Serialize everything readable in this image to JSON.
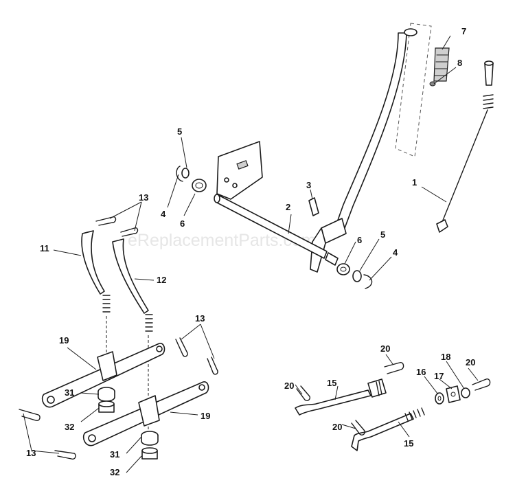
{
  "watermark": "eReplacementParts.com",
  "callouts": {
    "c1": "1",
    "c2": "2",
    "c3": "3",
    "c4a": "4",
    "c4b": "4",
    "c5a": "5",
    "c5b": "5",
    "c6a": "6",
    "c6b": "6",
    "c7": "7",
    "c8": "8",
    "c11": "11",
    "c12": "12",
    "c13a": "13",
    "c13b": "13",
    "c13c": "13",
    "c15a": "15",
    "c15b": "15",
    "c16": "16",
    "c17": "17",
    "c18": "18",
    "c19a": "19",
    "c19b": "19",
    "c20a": "20",
    "c20b": "20",
    "c20c": "20",
    "c20d": "20",
    "c31a": "31",
    "c31b": "31",
    "c32a": "32",
    "c32b": "32"
  }
}
